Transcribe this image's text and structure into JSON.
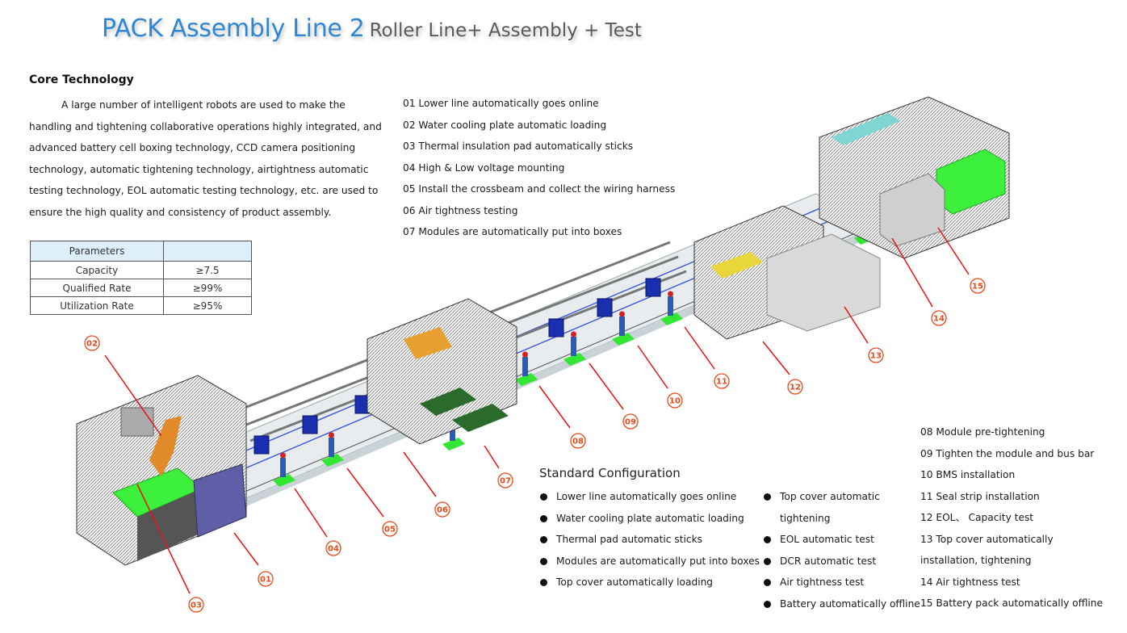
{
  "header": {
    "title_main": "PACK Assembly Line 2",
    "title_sub": "Roller Line+ Assembly + Test"
  },
  "core_technology": {
    "heading": "Core Technology",
    "paragraph": "A large number of intelligent robots are used to make the handling and tightening collaborative operations highly integrated, and advanced battery cell boxing technology, CCD camera positioning technology, automatic tightening technology, airtightness automatic testing technology, EOL automatic testing technology, etc. are used to ensure the high quality and consistency of product assembly."
  },
  "parameters_table": {
    "header": [
      "Parameters",
      ""
    ],
    "rows": [
      {
        "name": "Capacity",
        "value": "≥7.5"
      },
      {
        "name": "Qualified Rate",
        "value": "≥99%"
      },
      {
        "name": "Utilization Rate",
        "value": "≥95%"
      }
    ]
  },
  "process_steps_a": [
    "01 Lower line automatically goes online",
    "02 Water cooling plate automatic loading",
    "03 Thermal insulation pad automatically sticks",
    "04 High & Low voltage mounting",
    "05 Install the crossbeam and collect the wiring harness",
    "06 Air tightness testing",
    "07 Modules are automatically put into boxes"
  ],
  "process_steps_b": [
    "08 Module pre-tightening",
    "09 Tighten the module and bus bar",
    "10 BMS installation",
    "11 Seal strip installation",
    "12 EOL、 Capacity test",
    "13 Top cover automatically",
    "installation, tightening",
    "14 Air tightness test",
    "15 Battery pack automatically offline"
  ],
  "standard_configuration": {
    "title": "Standard Configuration",
    "left_items": [
      "Lower line automatically goes online",
      "Water cooling plate automatic loading",
      "Thermal pad automatic sticks",
      "Modules are automatically put into boxes",
      "Top cover automatically loading"
    ],
    "right_items": [
      "Top cover automatic tightening",
      "EOL automatic test",
      "DCR automatic test",
      "Air tightness test",
      "Battery automatically offline"
    ]
  },
  "callouts": [
    "01",
    "02",
    "03",
    "04",
    "05",
    "06",
    "07",
    "08",
    "09",
    "10",
    "11",
    "12",
    "13",
    "14",
    "15"
  ],
  "colors": {
    "title_blue": "#2f86d4",
    "callout_red": "#e64a19",
    "leader_red": "#ee1111",
    "table_header_bg": "#ddeffa",
    "operator_mat_green": "#33e633",
    "station_blue": "#1a2fb0",
    "robot_orange": "#e08a2a"
  }
}
